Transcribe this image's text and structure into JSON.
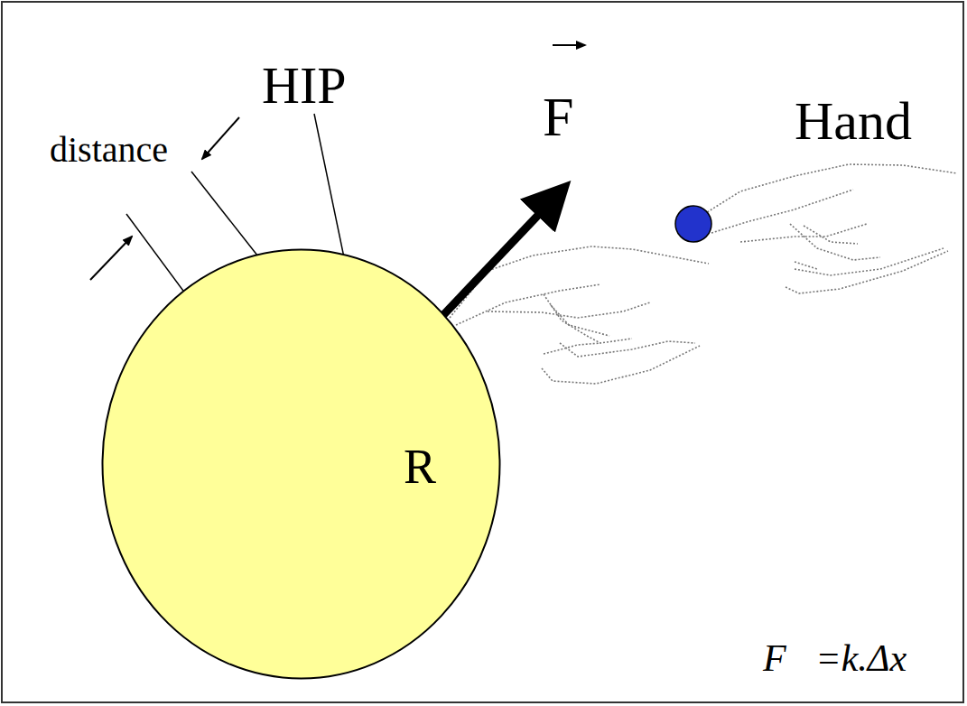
{
  "diagram": {
    "nodes": [
      {
        "text": [
          "R"
        ]
      }
    ],
    "edges": [],
    "labels": [
      "distance",
      "HIP",
      "F",
      "Hand",
      "F⃗=k.Δx⃗"
    ]
  }
}
